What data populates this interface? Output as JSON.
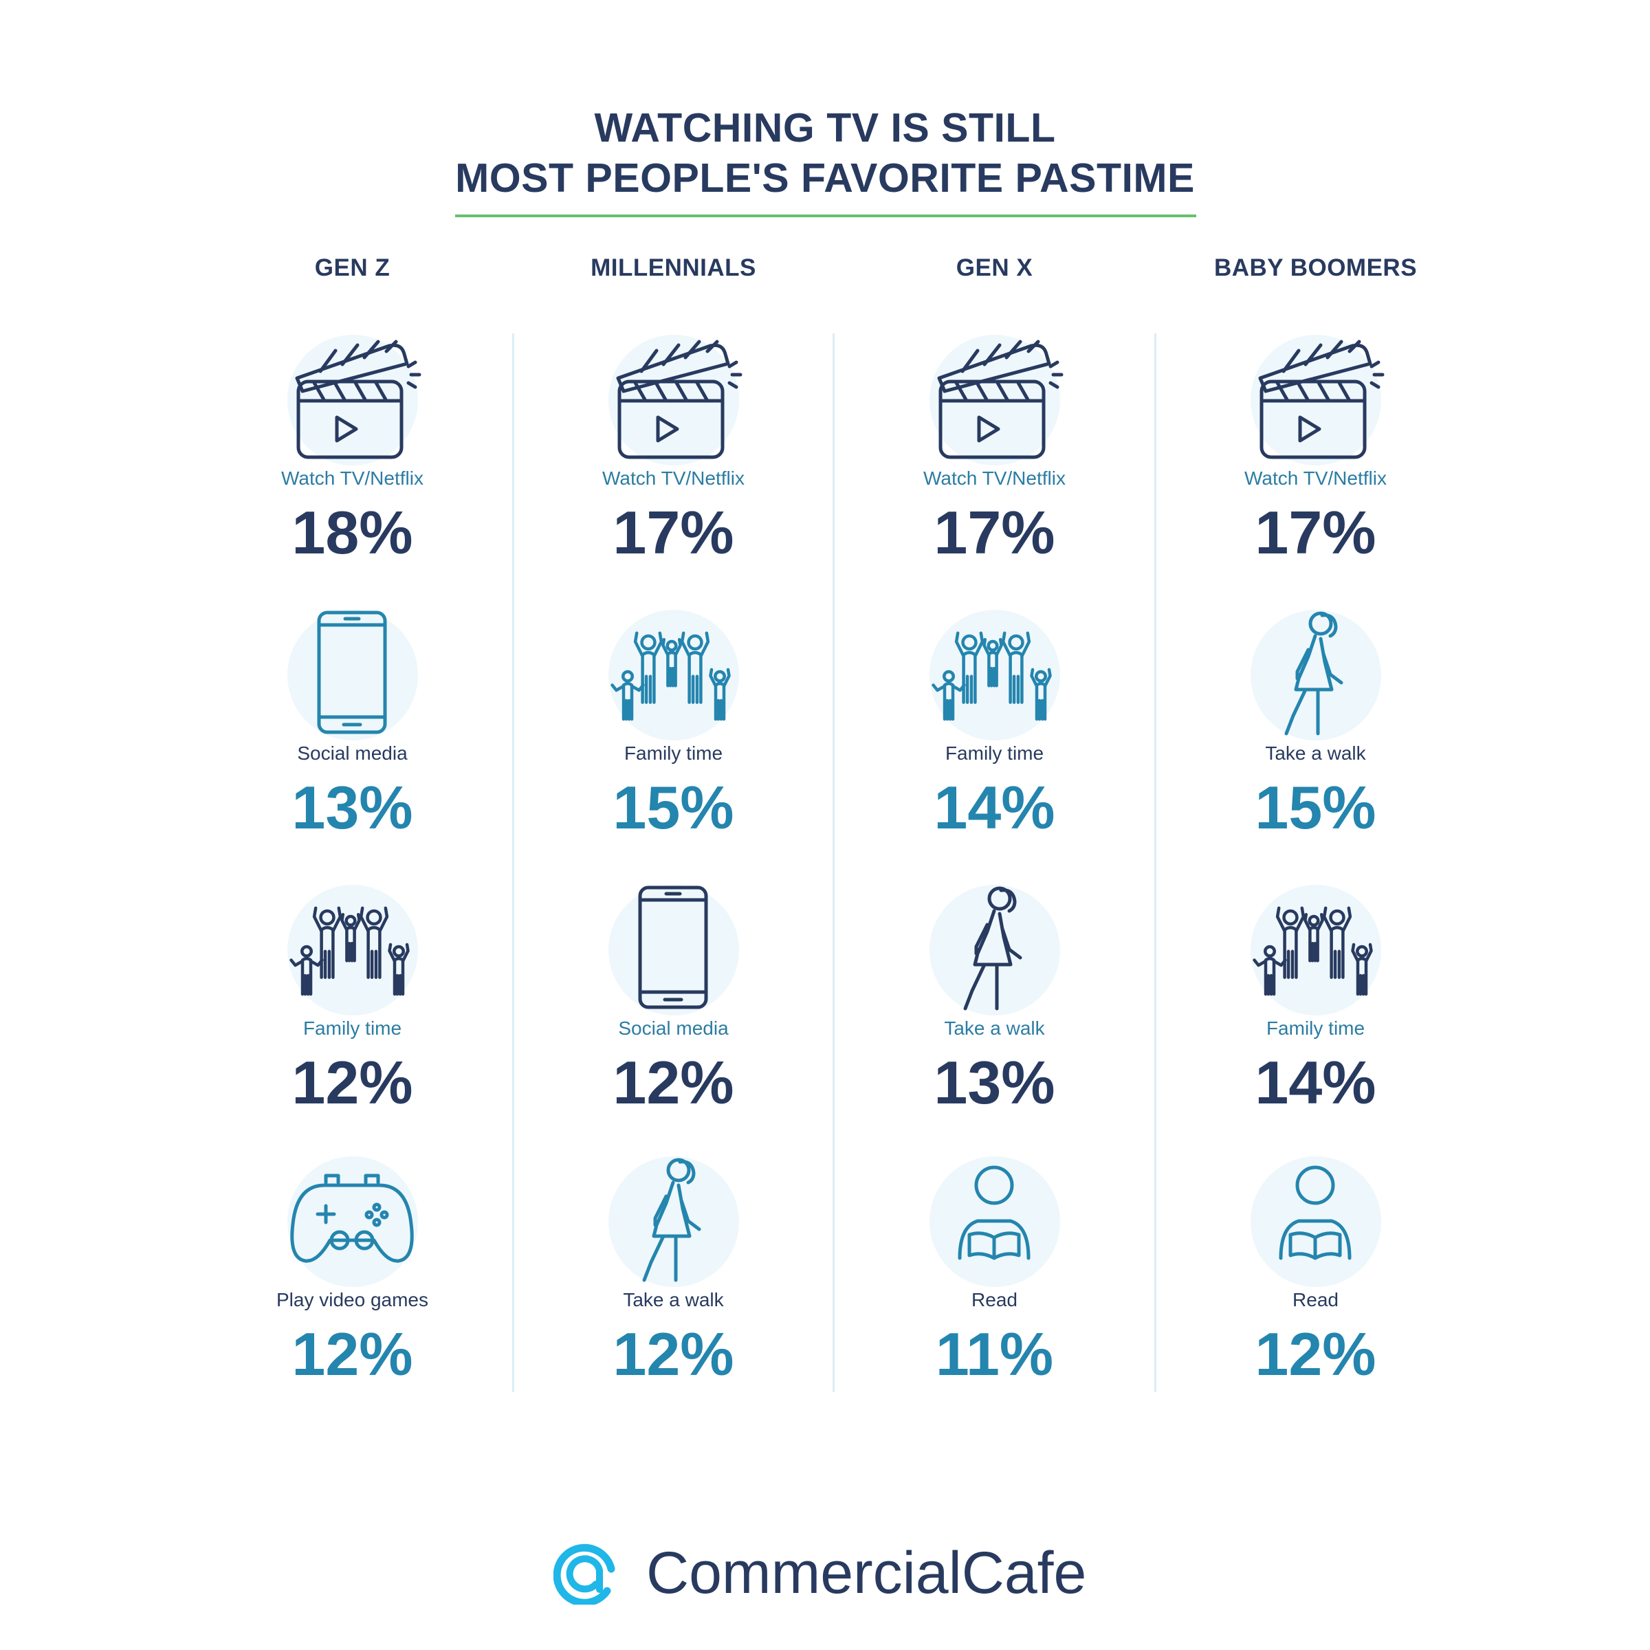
{
  "title_lines": [
    "WATCHING TV IS STILL",
    "MOST PEOPLE'S FAVORITE PASTIME"
  ],
  "brand": "CommercialCafe",
  "colors": {
    "navy": "#283a5f",
    "blue_label": "#2b7ca3",
    "blue_value": "#2485ae",
    "green_rule": "#67c06d",
    "icon_bg": "#eef7fb",
    "logo_cyan": "#1fb6e8"
  },
  "chart_data": {
    "type": "table",
    "title": "WATCHING TV IS STILL MOST PEOPLE'S FAVORITE PASTIME",
    "unit": "%",
    "columns": [
      {
        "name": "GEN Z",
        "items": [
          {
            "label": "Watch TV/Netflix",
            "value": 18,
            "display": "18%",
            "icon": "clapperboard-icon"
          },
          {
            "label": "Social media",
            "value": 13,
            "display": "13%",
            "icon": "smartphone-icon"
          },
          {
            "label": "Family time",
            "value": 12,
            "display": "12%",
            "icon": "family-icon"
          },
          {
            "label": "Play video games",
            "value": 12,
            "display": "12%",
            "icon": "gamepad-icon"
          }
        ]
      },
      {
        "name": "MILLENNIALS",
        "items": [
          {
            "label": "Watch TV/Netflix",
            "value": 17,
            "display": "17%",
            "icon": "clapperboard-icon"
          },
          {
            "label": "Family time",
            "value": 15,
            "display": "15%",
            "icon": "family-icon"
          },
          {
            "label": "Social media",
            "value": 12,
            "display": "12%",
            "icon": "smartphone-icon"
          },
          {
            "label": "Take a walk",
            "value": 12,
            "display": "12%",
            "icon": "walking-woman-icon"
          }
        ]
      },
      {
        "name": "GEN X",
        "items": [
          {
            "label": "Watch TV/Netflix",
            "value": 17,
            "display": "17%",
            "icon": "clapperboard-icon"
          },
          {
            "label": "Family time",
            "value": 14,
            "display": "14%",
            "icon": "family-icon"
          },
          {
            "label": "Take a walk",
            "value": 13,
            "display": "13%",
            "icon": "walking-woman-icon"
          },
          {
            "label": "Read",
            "value": 11,
            "display": "11%",
            "icon": "reading-person-icon"
          }
        ]
      },
      {
        "name": "BABY BOOMERS",
        "items": [
          {
            "label": "Watch TV/Netflix",
            "value": 17,
            "display": "17%",
            "icon": "clapperboard-icon"
          },
          {
            "label": "Take a walk",
            "value": 15,
            "display": "15%",
            "icon": "walking-woman-icon"
          },
          {
            "label": "Family time",
            "value": 14,
            "display": "14%",
            "icon": "family-icon"
          },
          {
            "label": "Read",
            "value": 12,
            "display": "12%",
            "icon": "reading-person-icon"
          }
        ]
      }
    ]
  }
}
